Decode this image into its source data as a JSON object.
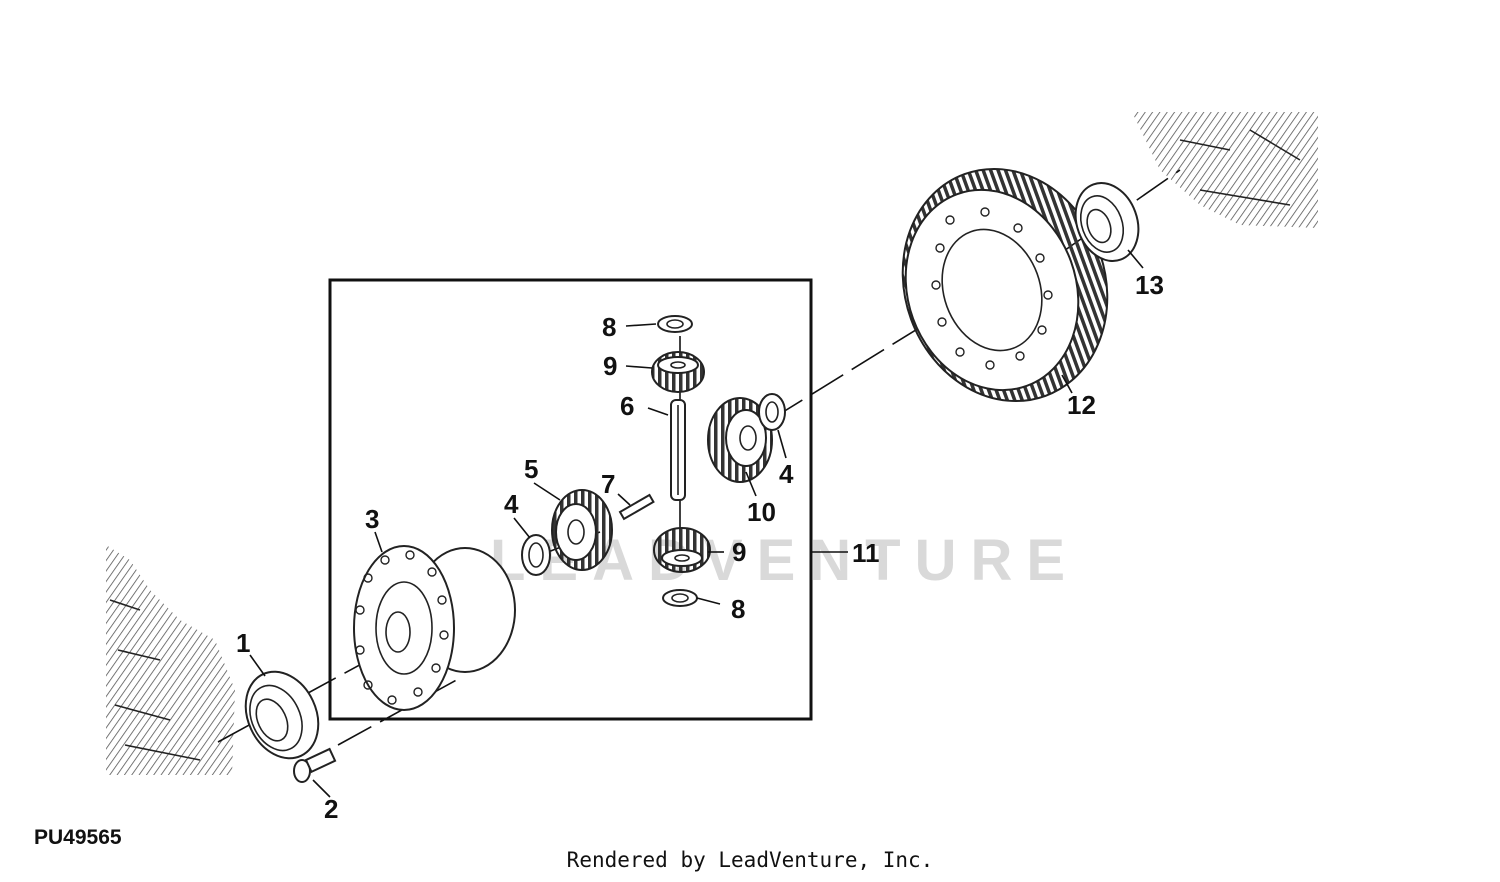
{
  "diagram": {
    "figure_id": "PU49565",
    "credit": "Rendered by LeadVenture, Inc.",
    "watermark": "LEADVENTURE",
    "callouts": {
      "c1": "1",
      "c2": "2",
      "c3": "3",
      "c4a": "4",
      "c4b": "4",
      "c5": "5",
      "c6": "6",
      "c7": "7",
      "c8a": "8",
      "c8b": "8",
      "c9a": "9",
      "c9b": "9",
      "c10": "10",
      "c11": "11",
      "c12": "12",
      "c13": "13"
    },
    "parts": [
      {
        "callout": "1",
        "icon": "bearing-icon"
      },
      {
        "callout": "2",
        "icon": "bolt-icon"
      },
      {
        "callout": "3",
        "icon": "differential-case-icon"
      },
      {
        "callout": "4",
        "icon": "washer-icon"
      },
      {
        "callout": "5",
        "icon": "side-gear-icon"
      },
      {
        "callout": "6",
        "icon": "shaft-icon"
      },
      {
        "callout": "7",
        "icon": "pin-icon"
      },
      {
        "callout": "8",
        "icon": "thrust-washer-icon"
      },
      {
        "callout": "9",
        "icon": "pinion-gear-icon"
      },
      {
        "callout": "10",
        "icon": "side-gear-icon"
      },
      {
        "callout": "11",
        "icon": "assembly-box"
      },
      {
        "callout": "12",
        "icon": "ring-gear-icon"
      },
      {
        "callout": "13",
        "icon": "bearing-icon"
      }
    ]
  }
}
